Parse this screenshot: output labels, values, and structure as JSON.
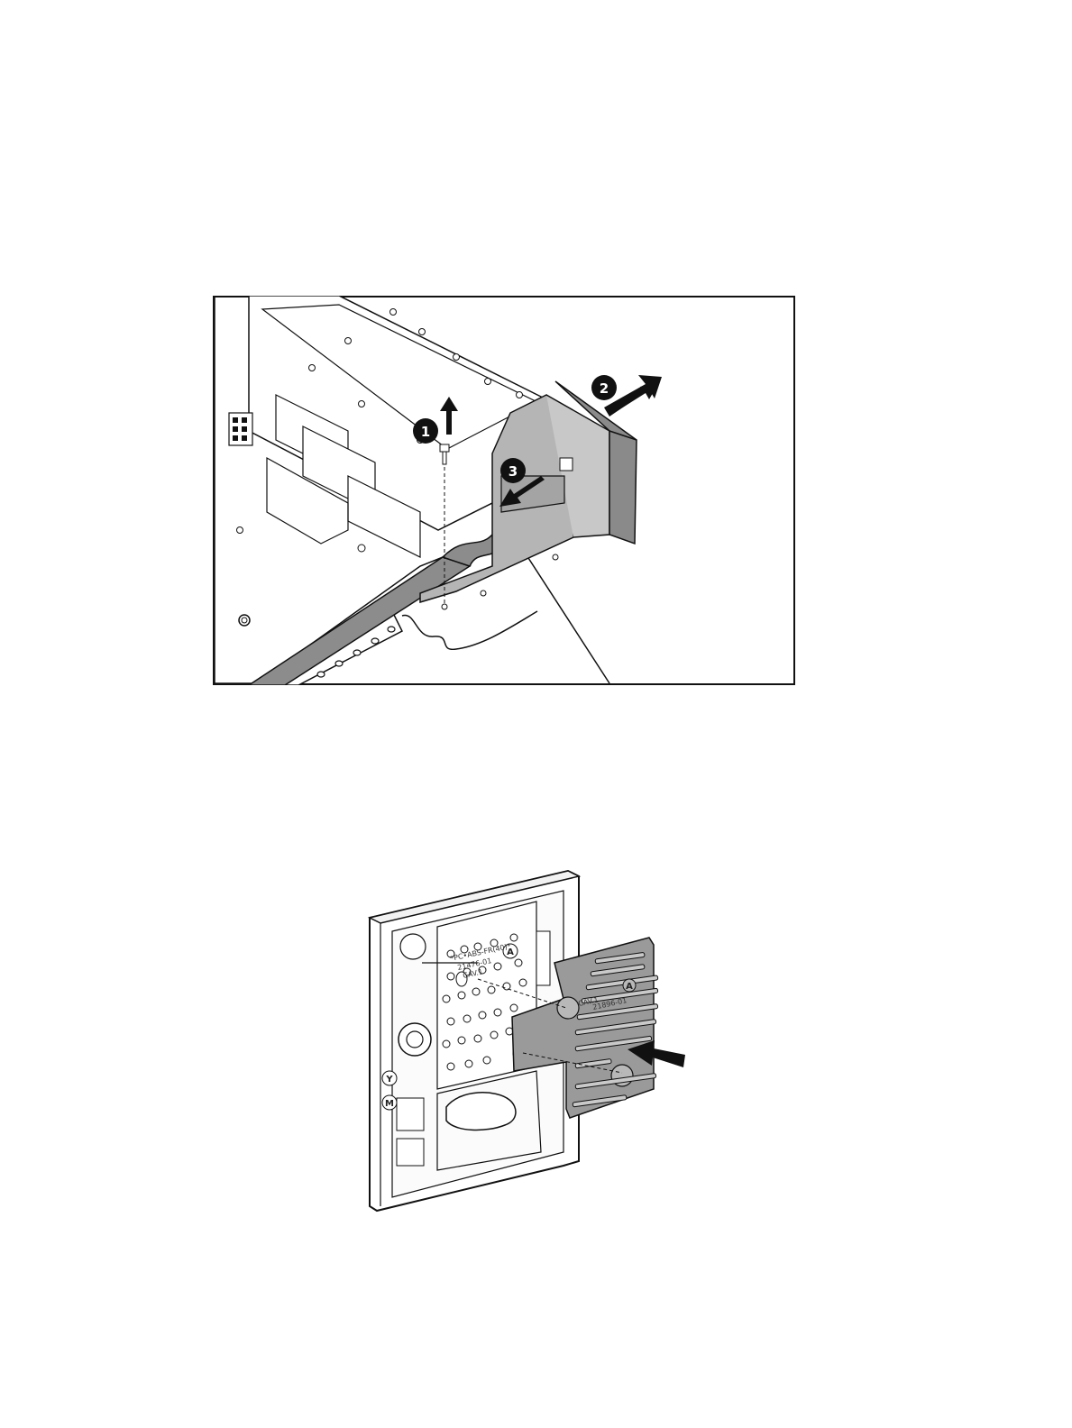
{
  "figure_1": {
    "callouts": [
      {
        "label": "1"
      },
      {
        "label": "2"
      },
      {
        "label": "3"
      }
    ]
  },
  "figure_2": {
    "board_print": [
      "*PC•ABS-FR(40)*",
      "21476-01",
      "CAV.1"
    ],
    "plate_print": [
      "CAV.1",
      "21896-01"
    ],
    "side_letters": [
      "A",
      "Y",
      "M",
      "A"
    ]
  },
  "colors": {
    "line": "#111111",
    "panel_gray": "#9a9a9a",
    "cable_gray": "#8c8c8c",
    "callout_fill": "#111111"
  }
}
